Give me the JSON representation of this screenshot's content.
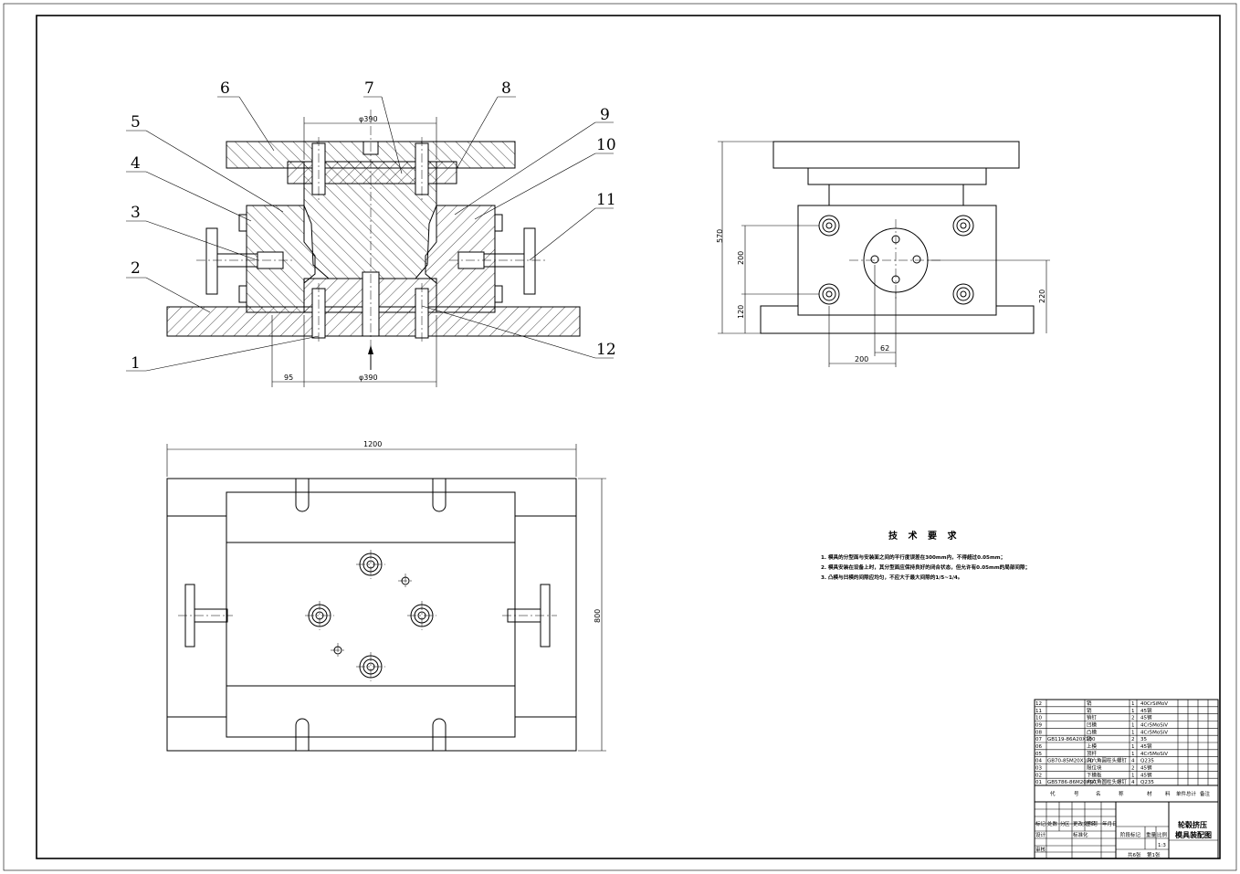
{
  "balloons": [
    "1",
    "2",
    "3",
    "4",
    "5",
    "6",
    "7",
    "8",
    "9",
    "10",
    "11",
    "12"
  ],
  "dims": {
    "top_phi": "φ390",
    "bottom_phi": "φ390",
    "d95": "95",
    "d1200": "1200",
    "d800": "800",
    "d570": "570",
    "d200v": "200",
    "d120": "120",
    "d220": "220",
    "d62": "62",
    "d200h": "200"
  },
  "tech": {
    "title": "技 术 要 求",
    "lines": [
      "1. 模具的分型面与安装面之间的平行度误差在300mm内，不得超过0.05mm；",
      "2. 模具安装在设备上时，其分型面应保持良好的闭合状态，但允许有0.05mm的局部间隙；",
      "3. 凸模与凹模的间隙应均匀，不应大于最大间隙的1/5~1/4。"
    ]
  },
  "bom": [
    {
      "no": "12",
      "code": "",
      "name": "销",
      "qty": "1",
      "mat": "40CrSiMoV"
    },
    {
      "no": "11",
      "code": "",
      "name": "销",
      "qty": "1",
      "mat": "45钢"
    },
    {
      "no": "10",
      "code": "",
      "name": "销钉",
      "qty": "2",
      "mat": "45钢"
    },
    {
      "no": "09",
      "code": "",
      "name": "凹模",
      "qty": "1",
      "mat": "4Cr5MoSiV"
    },
    {
      "no": "08",
      "code": "",
      "name": "凸模",
      "qty": "1",
      "mat": "4Cr5MoSiV"
    },
    {
      "no": "07",
      "code": "GB119-86A20X100",
      "name": "销",
      "qty": "2",
      "mat": "35"
    },
    {
      "no": "06",
      "code": "",
      "name": "上模",
      "qty": "1",
      "mat": "45钢"
    },
    {
      "no": "05",
      "code": "",
      "name": "顶杆",
      "qty": "1",
      "mat": "4Cr5MoSiV"
    },
    {
      "no": "04",
      "code": "GB70-85M20X100",
      "name": "内六角圆柱头螺钉",
      "qty": "4",
      "mat": "Q235"
    },
    {
      "no": "03",
      "code": "",
      "name": "限位块",
      "qty": "2",
      "mat": "45钢"
    },
    {
      "no": "02",
      "code": "",
      "name": "下模板",
      "qty": "1",
      "mat": "45钢"
    },
    {
      "no": "01",
      "code": "GB5786-86M20X90",
      "name": "内六角圆柱头螺钉",
      "qty": "4",
      "mat": "Q235"
    }
  ],
  "bom_headers": [
    "代",
    "号",
    "名",
    "称",
    "材",
    "料",
    "单件总计",
    "备注"
  ],
  "title_block": {
    "drawing_title_1": "轮毂挤压",
    "drawing_title_2": "模具装配图",
    "row_labels": [
      "标记",
      "处数",
      "分",
      "区",
      "更改文件号",
      "签名",
      "年月日"
    ],
    "design": "设计",
    "std": "标准化",
    "audit": "审核",
    "stage": "阶段标记",
    "weight": "重量",
    "scale": "比例",
    "scale_value": "1:3",
    "sheets": "共6张",
    "sheet": "第1张"
  }
}
